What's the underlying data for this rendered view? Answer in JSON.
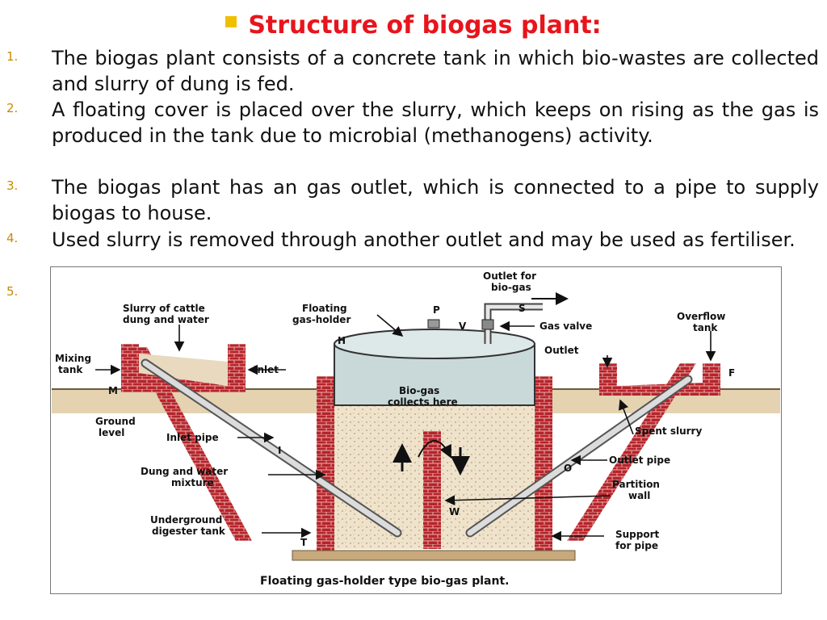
{
  "colors": {
    "title": "#e8141c",
    "bullet": "#f0c000",
    "number": "#c98a00",
    "brick": "#b5242a",
    "ground": "#e4d2b0",
    "tank": "#c9d9d9"
  },
  "title": "Structure of biogas plant:",
  "items": [
    {
      "num": "1.",
      "text": "The biogas plant consists of a concrete tank in which bio-wastes are collected and slurry of dung is fed."
    },
    {
      "num": "2.",
      "text": " A floating cover is placed over the slurry, which keeps on rising as the gas is produced in the tank due to microbial (methanogens) activity."
    },
    {
      "num": "3.",
      "text": "The biogas plant has an gas outlet, which is connected to a pipe to supply biogas to house."
    },
    {
      "num": "4.",
      "text": "Used slurry is removed through another outlet and may be used as fertiliser."
    },
    {
      "num": "5.",
      "text": ""
    }
  ],
  "diagram": {
    "caption": "Floating gas-holder type bio-gas plant.",
    "labels": {
      "outlet_biogas_1": "Outlet for",
      "outlet_biogas_2": "bio-gas",
      "slurry_1": "Slurry of cattle",
      "slurry_2": "dung and water",
      "floating_1": "Floating",
      "floating_2": "gas-holder",
      "gas_valve": "Gas valve",
      "overflow_1": "Overflow",
      "overflow_2": "tank",
      "outlet": "Outlet",
      "mixing_1": "Mixing",
      "mixing_2": "tank",
      "inlet": "Inlet",
      "biogas_1": "Bio-gas",
      "biogas_2": "collects here",
      "ground_1": "Ground",
      "ground_2": "level",
      "inlet_pipe": "Inlet pipe",
      "spent_slurry": "Spent slurry",
      "dung_1": "Dung and water",
      "dung_2": "mixture",
      "outlet_pipe": "Outlet pipe",
      "partition_1": "Partition",
      "partition_2": "wall",
      "underground_1": "Underground",
      "underground_2": "digester tank",
      "support_1": "Support",
      "support_2": "for pipe",
      "P": "P",
      "S": "S",
      "V": "V",
      "H": "H",
      "M": "M",
      "F": "F",
      "I": "I",
      "O": "O",
      "W": "W",
      "T": "T"
    }
  }
}
